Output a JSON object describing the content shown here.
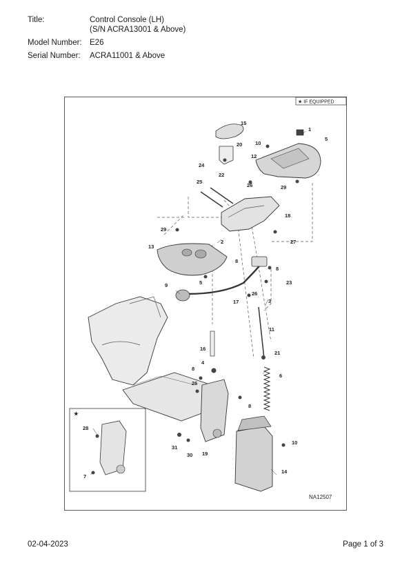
{
  "header": {
    "title_label": "Title:",
    "title_line1": "Control Console (LH)",
    "title_line2": "(S/N ACRA13001 & Above)",
    "model_label": "Model Number:",
    "model_value": "E26",
    "serial_label": "Serial Number:",
    "serial_value": "ACRA11001 & Above"
  },
  "figure": {
    "equipped_note": "★ IF EQUIPPED",
    "inset_star": "★",
    "drawing_code": "NA12507",
    "callouts": [
      "1",
      "2",
      "3",
      "4",
      "5",
      "6",
      "7",
      "8",
      "9",
      "10",
      "11",
      "12",
      "13",
      "14",
      "15",
      "16",
      "17",
      "18",
      "19",
      "20",
      "21",
      "22",
      "23",
      "24",
      "25",
      "26",
      "27",
      "28",
      "29",
      "30",
      "31"
    ]
  },
  "footer": {
    "date": "02-04-2023",
    "page": "Page 1 of 3"
  }
}
